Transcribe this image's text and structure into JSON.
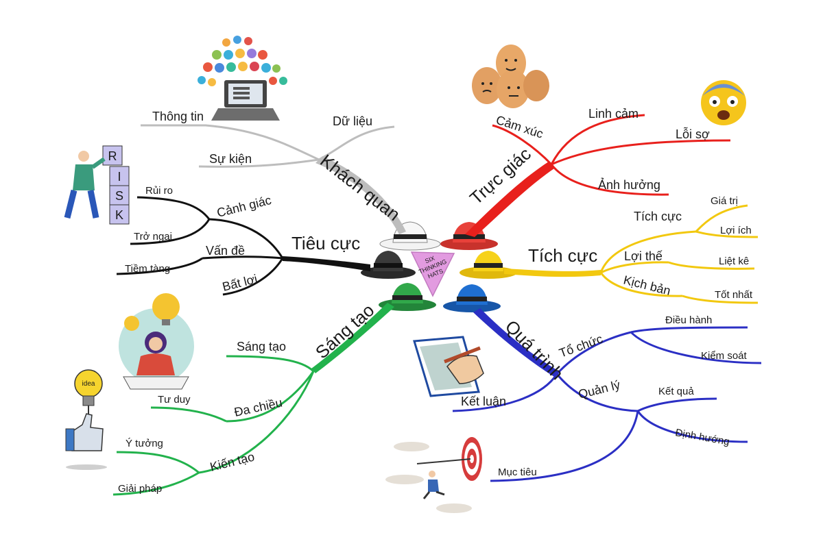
{
  "center": {
    "text": [
      "SIX",
      "THINKING",
      "HATS"
    ]
  },
  "colors": {
    "objective": "#bdbdbd",
    "emotion": "#e8201c",
    "positive": "#f2c80f",
    "negative": "#111111",
    "creative": "#22b24c",
    "process": "#2b2fc4",
    "hat_white": "#f4f4f4",
    "hat_red": "#e8413a",
    "hat_yellow": "#f6d21a",
    "hat_black": "#3a3a3a",
    "hat_green": "#31a84a",
    "hat_blue": "#1f6fd1",
    "triangle": "#e29be0"
  },
  "branches": {
    "objective": {
      "label": "Khách quan",
      "children": [
        "Thông tin",
        "Dữ liệu",
        "Sự kiện"
      ]
    },
    "emotion": {
      "label": "Trực giác",
      "children": [
        "Cảm xúc",
        "Linh cảm",
        "Lỗi sợ",
        "Ảnh hưởng"
      ]
    },
    "positive": {
      "label": "Tích cực",
      "sub1": {
        "label": "Tích cực",
        "children": [
          "Giá trị",
          "Lợi ích"
        ]
      },
      "sub2": {
        "label": "Lợi thế",
        "children": [
          "Liệt kê"
        ]
      },
      "sub3": {
        "label": "Kịch bản",
        "children": [
          "Tốt nhất"
        ]
      }
    },
    "negative": {
      "label": "Tiêu cực",
      "sub1": {
        "label": "Cảnh giác",
        "children": [
          "Rủi ro",
          "Trở ngại"
        ]
      },
      "sub2": {
        "label": "Vấn đề",
        "children": [
          "Tiềm tàng"
        ]
      },
      "sub3": {
        "label": "Bất lợi"
      }
    },
    "creative": {
      "label": "Sáng tạo",
      "sub1": {
        "label": "Sáng tạo"
      },
      "sub2": {
        "label": "Đa chiều",
        "children": [
          "Tư duy"
        ]
      },
      "sub3": {
        "label": "Kiến tạo",
        "children": [
          "Ý tưởng",
          "Giải pháp"
        ]
      }
    },
    "process": {
      "label": "Quá trình",
      "sub1": {
        "label": "Tổ chức",
        "children": [
          "Điều hành",
          "Kiểm soát"
        ]
      },
      "sub2": {
        "label": "Kết luận"
      },
      "sub3": {
        "label": "Quản lý",
        "children": [
          "Kết quả",
          "Định hướng",
          "Mục tiêu"
        ]
      }
    }
  },
  "illustrations": {
    "risk_letters": [
      "R",
      "I",
      "S",
      "K"
    ],
    "idea_word": "idea"
  }
}
